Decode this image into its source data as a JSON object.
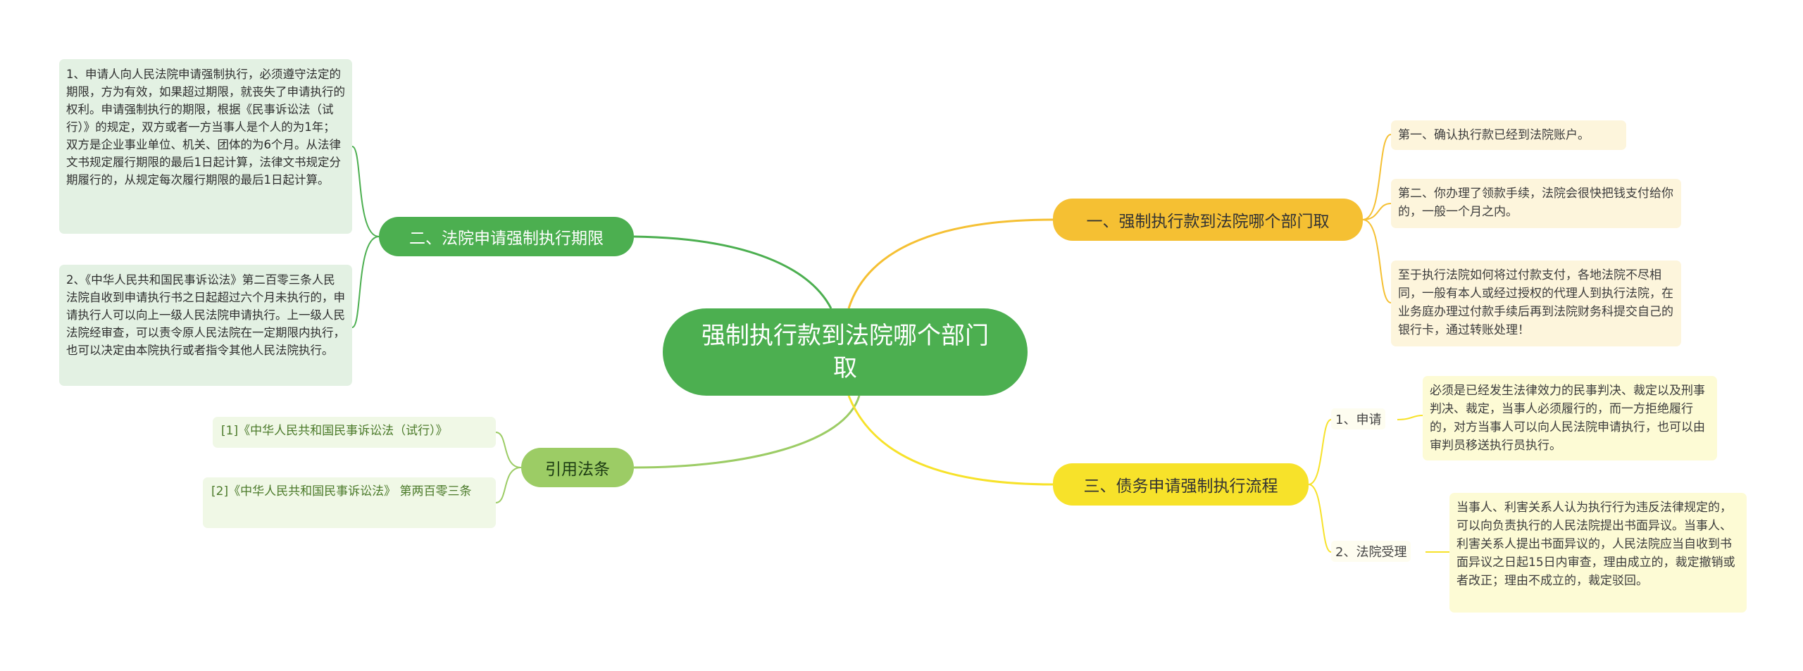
{
  "central_topic": "强制执行款到法院哪个部门取",
  "branches": {
    "limit": {
      "label": "二、法院申请强制执行期限",
      "leaves": [
        "1、申请人向人民法院申请强制执行，必须遵守法定的期限，方为有效，如果超过期限，就丧失了申请执行的权利。申请强制执行的期限，根据《民事诉讼法（试行）》的规定，双方或者一方当事人是个人的为1年；双方是企业事业单位、机关、团体的为6个月。从法律文书规定履行期限的最后1日起计算，法律文书规定分期履行的，从规定每次履行期限的最后1日起计算。",
        "2、《中华人民共和国民事诉讼法》第二百零三条人民法院自收到申请执行书之日起超过六个月未执行的，申请执行人可以向上一级人民法院申请执行。上一级人民法院经审查，可以责令原人民法院在一定期限内执行，也可以决定由本院执行或者指令其他人民法院执行。"
      ]
    },
    "law": {
      "label": "引用法条",
      "leaves": [
        "[1]《中华人民共和国民事诉讼法（试行）》",
        "[2]《中华人民共和国民事诉讼法》 第两百零三条"
      ]
    },
    "dept": {
      "label": "一、强制执行款到法院哪个部门取",
      "leaves": [
        "第一、确认执行款已经到法院账户。",
        "第二、你办理了领款手续，法院会很快把钱支付给你的，一般一个月之内。",
        "至于执行法院如何将过付款支付，各地法院不尽相同，一般有本人或经过授权的代理人到执行法院，在业务庭办理过付款手续后再到法院财务科提交自己的银行卡，通过转账处理！"
      ]
    },
    "flow": {
      "label": "三、债务申请强制执行流程",
      "subs": [
        {
          "label": "1、申请",
          "text": "必须是已经发生法律效力的民事判决、裁定以及刑事判决、裁定，当事人必须履行的，而一方拒绝履行的，对方当事人可以向人民法院申请执行，也可以由审判员移送执行员执行。"
        },
        {
          "label": "2、法院受理",
          "text": "当事人、利害关系人认为执行行为违反法律规定的，可以向负责执行的人民法院提出书面异议。当事人、利害关系人提出书面异议的，人民法院应当自收到书面异议之日起15日内审查，理由成立的，裁定撤销或者改正；理由不成立的，裁定驳回。"
        }
      ]
    }
  },
  "colors": {
    "root": "#4caf50",
    "limit_branch": "#4caf50",
    "law_branch": "#9ccc65",
    "dept_branch": "#f5c033",
    "flow_branch": "#f7e22a"
  }
}
